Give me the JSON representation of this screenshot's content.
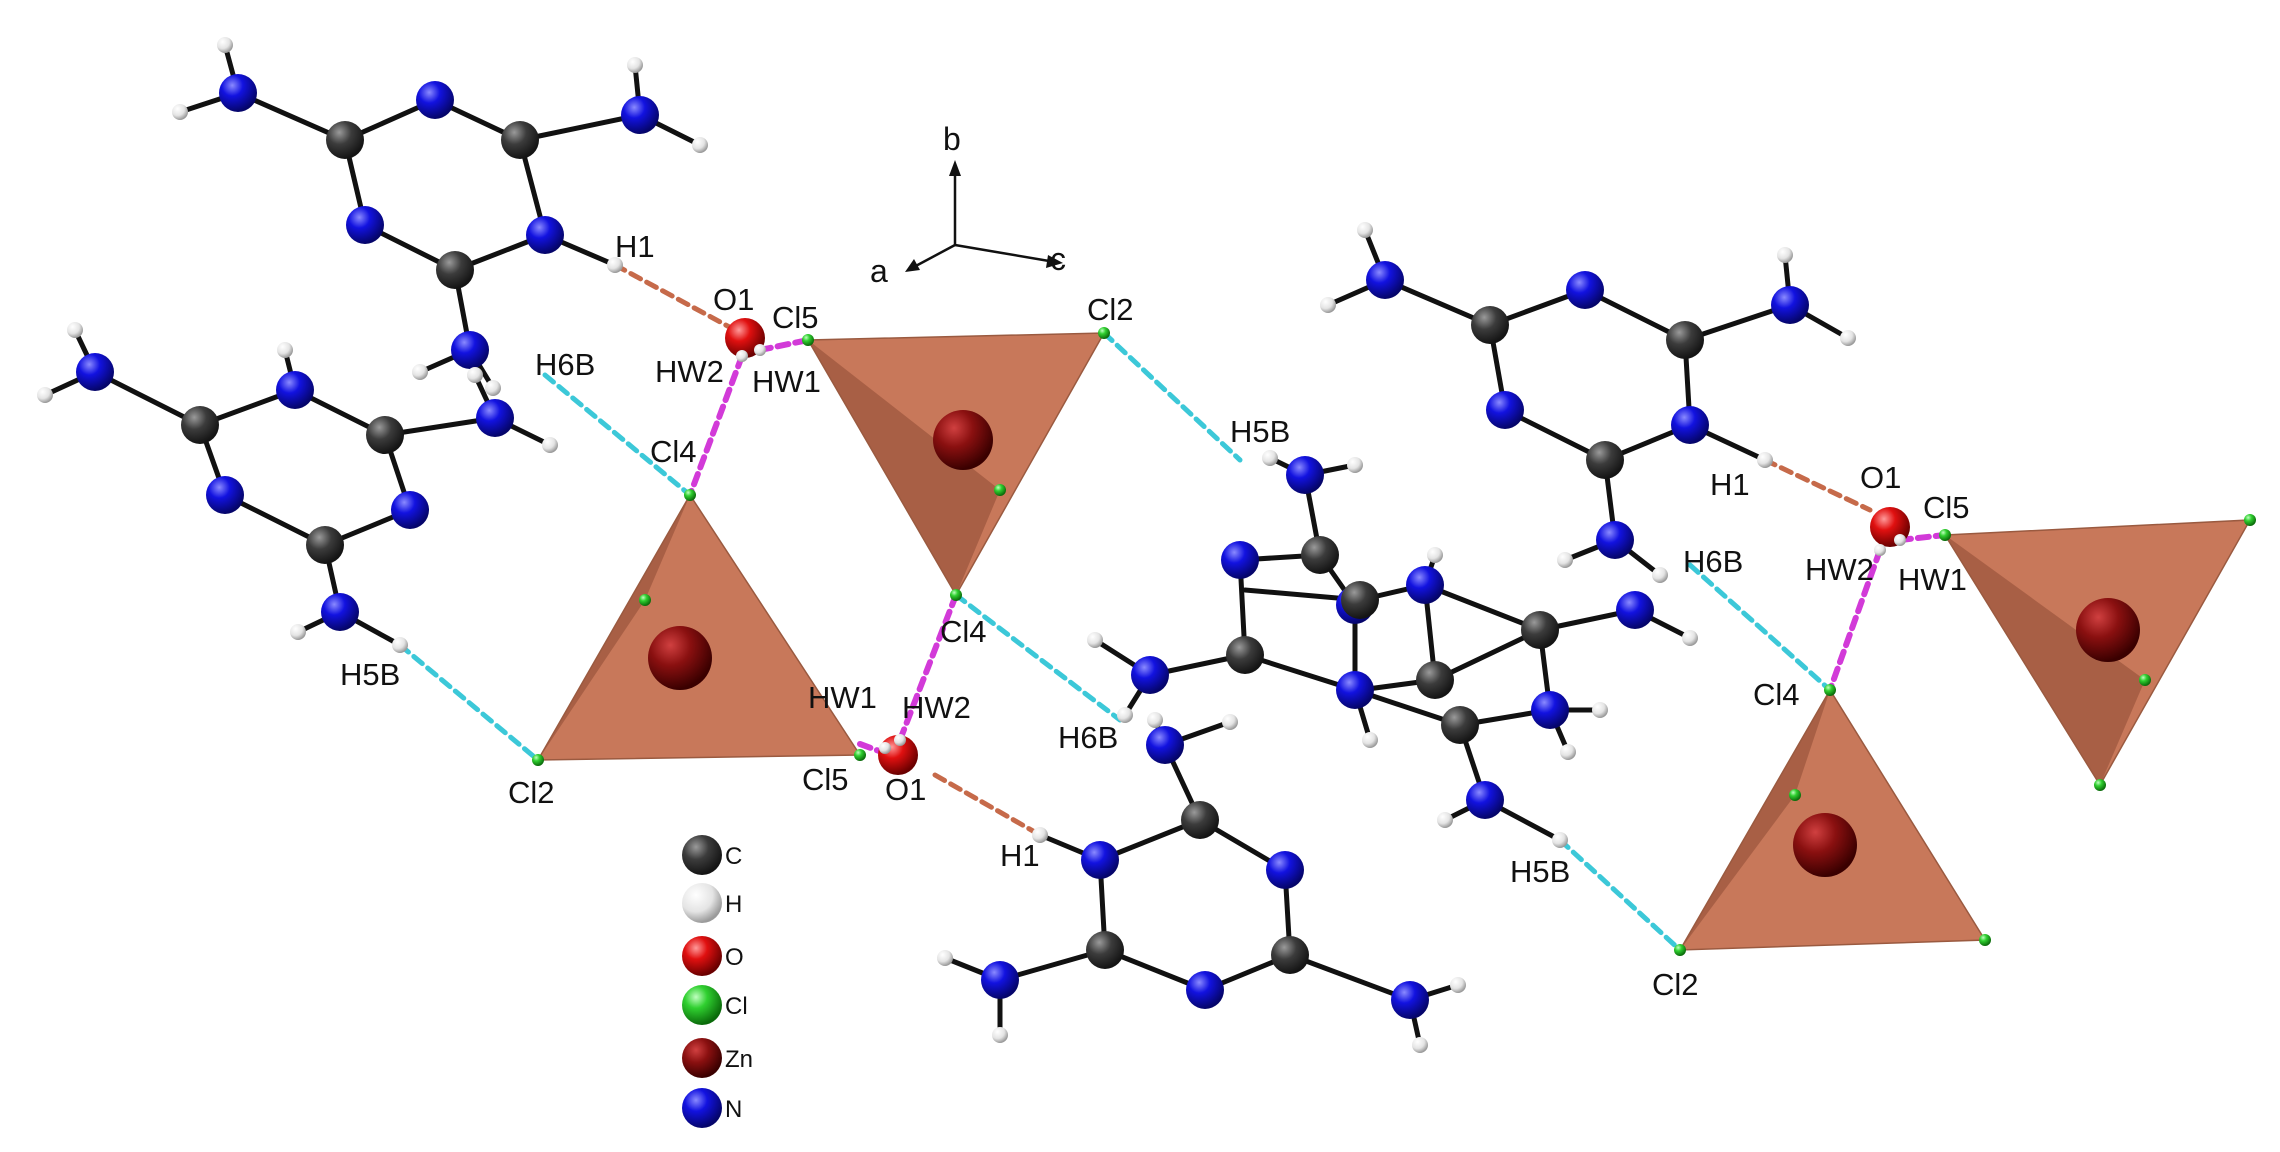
{
  "axes": {
    "b": "b",
    "a": "a",
    "c": "c"
  },
  "labels": {
    "H1": "H1",
    "O1": "O1",
    "Cl5": "Cl5",
    "Cl2": "Cl2",
    "Cl4": "Cl4",
    "HW1": "HW1",
    "HW2": "HW2",
    "H6B": "H6B",
    "H5B": "H5B"
  },
  "legend": [
    {
      "symbol": "C",
      "label": "C",
      "color": "#3c3c3c"
    },
    {
      "symbol": "H",
      "label": "H",
      "color": "#e4e4e4"
    },
    {
      "symbol": "O",
      "label": "O",
      "color": "#e01010"
    },
    {
      "symbol": "Cl",
      "label": "Cl",
      "color": "#30d030"
    },
    {
      "symbol": "Zn",
      "label": "Zn",
      "color": "#7a0c0c"
    },
    {
      "symbol": "N",
      "label": "N",
      "color": "#1212e0"
    }
  ],
  "colors": {
    "carbon": "#3c3c3c",
    "hydrogen": "#e4e4e4",
    "oxygen": "#e01010",
    "chlorine": "#30d030",
    "zinc": "#7a0c0c",
    "nitrogen": "#1212e0",
    "tetrahedron": "#c8785a",
    "hbond_cyan": "#3cc8d8",
    "hbond_magenta": "#d23ad8",
    "hbond_orange": "#c66a4a"
  }
}
